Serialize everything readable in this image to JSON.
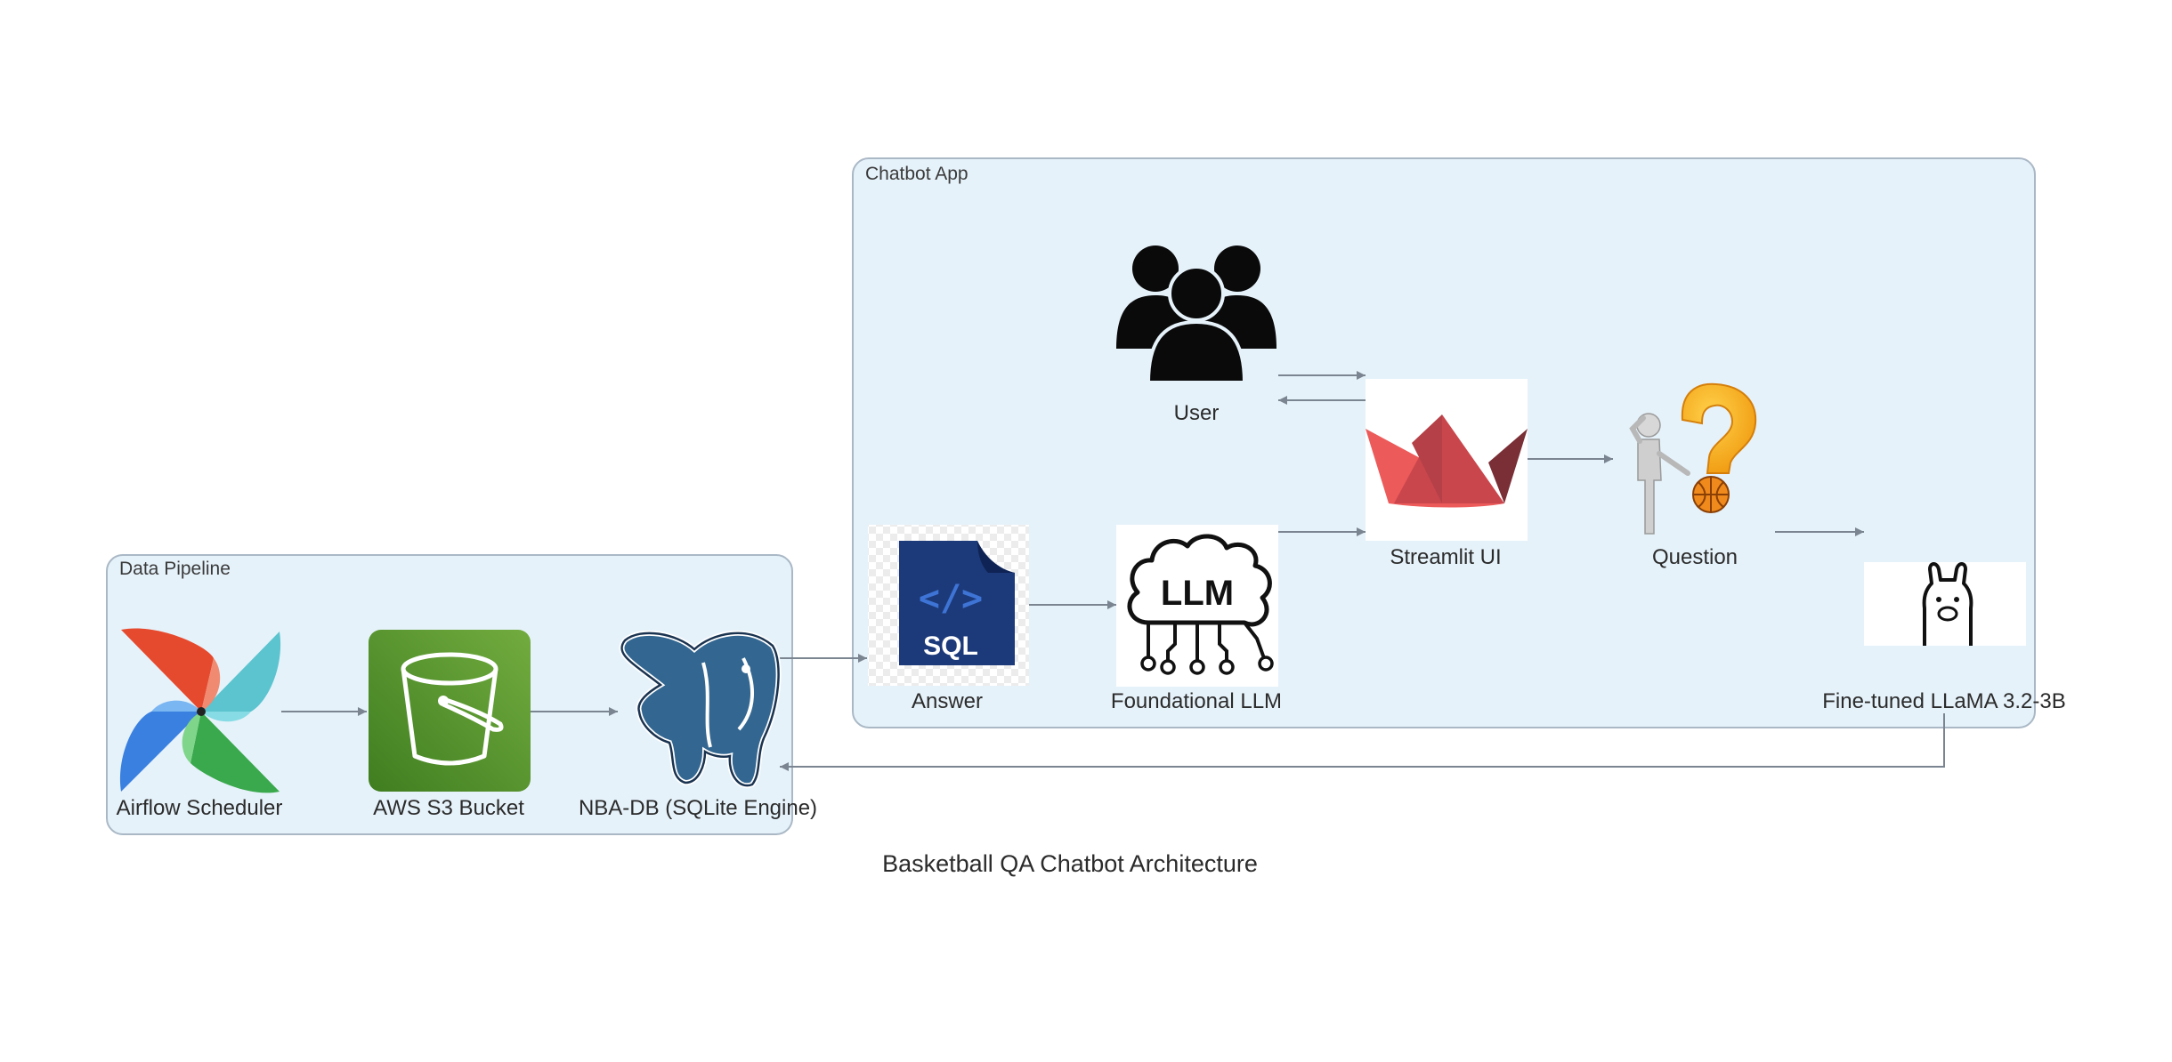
{
  "title": "Basketball QA Chatbot Architecture",
  "clusters": {
    "data_pipeline": {
      "label": "Data Pipeline"
    },
    "chatbot_app": {
      "label": "Chatbot App"
    }
  },
  "nodes": {
    "airflow": {
      "label": "Airflow Scheduler",
      "icon": "airflow-pinwheel-icon"
    },
    "s3": {
      "label": "AWS S3 Bucket",
      "icon": "s3-bucket-icon"
    },
    "nbadb": {
      "label": "NBA-DB (SQLite Engine)",
      "icon": "postgres-elephant-icon"
    },
    "answer": {
      "label": "Answer",
      "icon": "sql-file-icon",
      "icon_text": "SQL"
    },
    "llm": {
      "label": "Foundational LLM",
      "icon": "llm-brain-icon",
      "icon_text": "LLM"
    },
    "user": {
      "label": "User",
      "icon": "users-group-icon"
    },
    "streamlit": {
      "label": "Streamlit UI",
      "icon": "streamlit-boat-icon"
    },
    "question": {
      "label": "Question",
      "icon": "question-figure-icon"
    },
    "llama": {
      "label": "Fine-tuned LLaMA 3.2-3B",
      "icon": "llama-icon"
    }
  },
  "edges": [
    {
      "from": "airflow",
      "to": "s3"
    },
    {
      "from": "s3",
      "to": "nbadb"
    },
    {
      "from": "nbadb",
      "to": "answer"
    },
    {
      "from": "answer",
      "to": "llm"
    },
    {
      "from": "llm",
      "to": "streamlit"
    },
    {
      "from": "user",
      "to": "streamlit"
    },
    {
      "from": "streamlit",
      "to": "user"
    },
    {
      "from": "streamlit",
      "to": "question"
    },
    {
      "from": "question",
      "to": "llama"
    },
    {
      "from": "llama",
      "to": "nbadb"
    }
  ],
  "colors": {
    "cluster_fill": "#e6f2fa",
    "cluster_stroke": "#aab8c6",
    "edge": "#7a8591",
    "s3_green": "#4e8f2c",
    "postgres_blue": "#336791",
    "sql_navy": "#1c3a7a",
    "streamlit_red": "#ec5a5a"
  }
}
